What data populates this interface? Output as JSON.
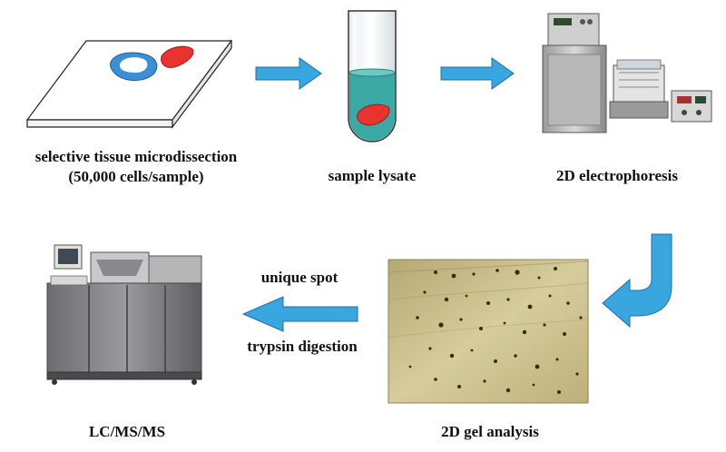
{
  "steps": {
    "microdissection": {
      "line1": "selective tissue microdissection",
      "line2": "(50,000 cells/sample)"
    },
    "lysate": {
      "label": "sample lysate"
    },
    "electrophoresis": {
      "label": "2D electrophoresis"
    },
    "gel": {
      "label": "2D gel analysis"
    },
    "lcms": {
      "label": "LC/MS/MS"
    }
  },
  "arrow_labels": {
    "top": "unique spot",
    "bottom": "trypsin digestion"
  },
  "colors": {
    "arrow": "#3aa6e0",
    "tissue_red": "#e8332f",
    "tissue_blue": "#3a8fd6",
    "lysate_teal": "#3aa9a4",
    "gel_bg": "#c9bf8c"
  }
}
